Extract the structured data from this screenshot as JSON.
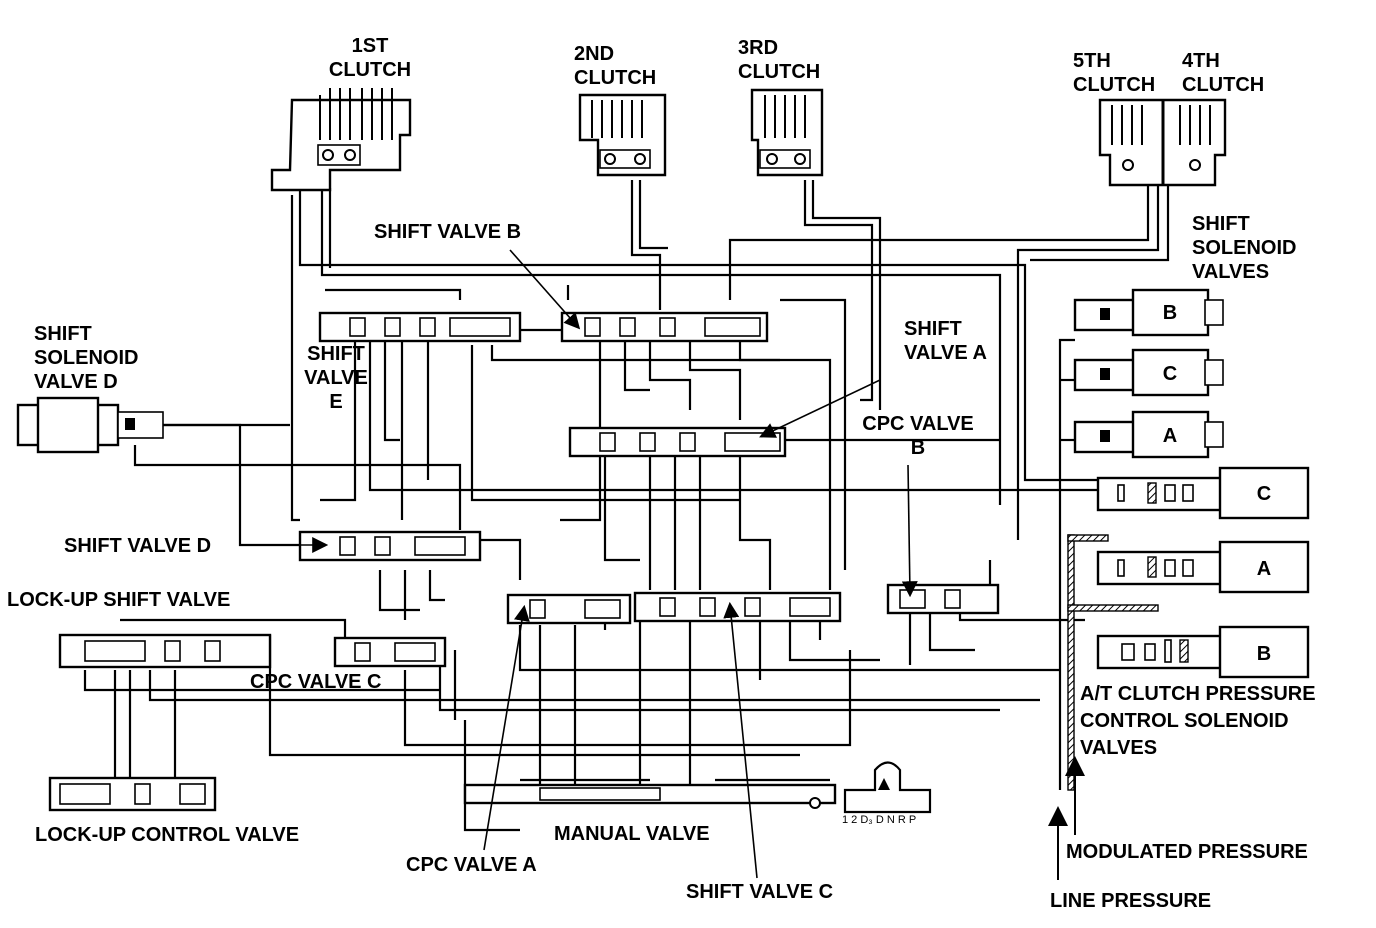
{
  "labels": {
    "clutch_1st": [
      "1ST",
      "CLUTCH"
    ],
    "clutch_2nd": [
      "2ND",
      "CLUTCH"
    ],
    "clutch_3rd": [
      "3RD",
      "CLUTCH"
    ],
    "clutch_5th": [
      "5TH",
      "CLUTCH"
    ],
    "clutch_4th": [
      "4TH",
      "CLUTCH"
    ],
    "shift_valve_b": "SHIFT VALVE B",
    "shift_solenoid_valves": [
      "SHIFT",
      "SOLENOID",
      "VALVES"
    ],
    "shift_solenoid_valve_d": [
      "SHIFT",
      "SOLENOID",
      "VALVE D"
    ],
    "shift_valve_e": [
      "SHIFT",
      "VALVE",
      "E"
    ],
    "shift_valve_a": [
      "SHIFT",
      "VALVE A"
    ],
    "cpc_valve_b": [
      "CPC VALVE",
      "B"
    ],
    "shift_valve_d": "SHIFT VALVE D",
    "lockup_shift_valve": "LOCK-UP SHIFT VALVE",
    "cpc_valve_c": "CPC VALVE C",
    "lockup_control_valve": "LOCK-UP CONTROL VALVE",
    "manual_valve": "MANUAL VALVE",
    "cpc_valve_a": "CPC VALVE A",
    "shift_valve_c": "SHIFT VALVE C",
    "at_clutch_pressure": [
      "A/T CLUTCH PRESSURE",
      "CONTROL SOLENOID",
      "VALVES"
    ],
    "modulated_pressure": "MODULATED PRESSURE",
    "line_pressure": "LINE PRESSURE",
    "shift_positions": "1 2 D₃ D N R   P"
  },
  "shift_solenoids": [
    "B",
    "C",
    "A"
  ],
  "pressure_solenoids": [
    "C",
    "A",
    "B"
  ]
}
